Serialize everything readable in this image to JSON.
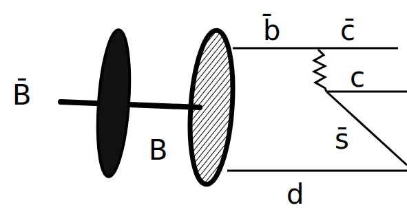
{
  "diagram": {
    "labels": [
      "B̄",
      "B",
      "b̄",
      "c̄",
      "c",
      "s̄",
      "d"
    ]
  }
}
